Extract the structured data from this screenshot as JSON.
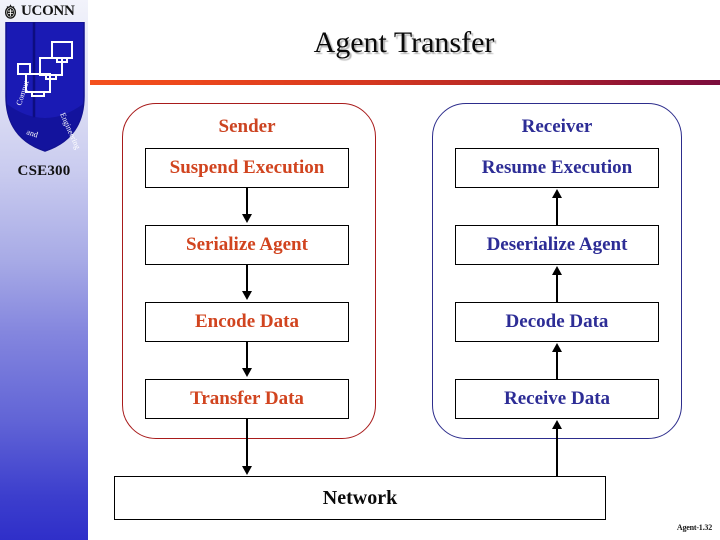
{
  "branding": {
    "wordmark": "UCONN",
    "seal_icon": "uconn-seal-icon",
    "shield_icon": "cse-shield-logo-icon",
    "course_label": "CSE300"
  },
  "slide": {
    "title": "Agent Transfer",
    "footer_id": "Agent-1.32"
  },
  "diagram": {
    "type": "flowchart",
    "columns": [
      {
        "id": "sender",
        "heading": "Sender",
        "accent_color": "#cc4422",
        "border_color": "#a81b1b",
        "flow_direction": "down",
        "steps": [
          "Suspend Execution",
          "Serialize Agent",
          "Encode Data",
          "Transfer Data"
        ]
      },
      {
        "id": "receiver",
        "heading": "Receiver",
        "accent_color": "#2d2d96",
        "border_color": "#2d2d8c",
        "flow_direction": "up",
        "steps": [
          "Resume Execution",
          "Deserialize Agent",
          "Decode Data",
          "Receive Data"
        ]
      }
    ],
    "network": {
      "label": "Network"
    }
  },
  "colors": {
    "sender_text": "#d1441f",
    "receiver_text": "#2d2d96",
    "rule_start": "#f4511e",
    "rule_end": "#7b0d3d",
    "sidebar_top": "#f2f3fb",
    "sidebar_bottom": "#2f2fc9"
  }
}
